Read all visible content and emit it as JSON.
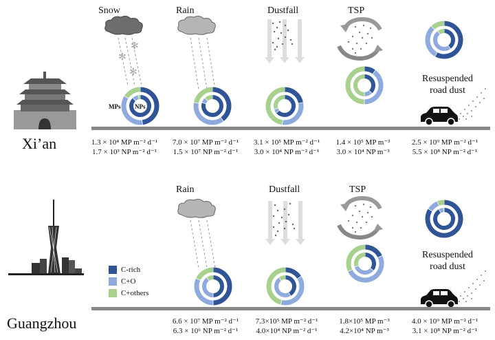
{
  "colors": {
    "c_rich": "#2f5597",
    "c_o": "#8faadc",
    "c_others": "#a9d18e",
    "ground": "#888888"
  },
  "legend": [
    {
      "label": "C-rich",
      "key": "c_rich"
    },
    {
      "label": "C+O",
      "key": "c_o"
    },
    {
      "label": "C+others",
      "key": "c_others"
    }
  ],
  "ring_labels": {
    "outer": "MPs",
    "inner": "NPs"
  },
  "cities": [
    {
      "name": "Xi’an",
      "sources": [
        {
          "id": "snow",
          "title": "Snow",
          "flux_mp": "1.3 × 10⁴ MP m⁻² d⁻¹",
          "flux_np": "1.7 × 10³ NP m⁻² d⁻¹",
          "outer": [
            0.48,
            0.36,
            0.16
          ],
          "inner": [
            0.88,
            0.09,
            0.03
          ]
        },
        {
          "id": "rain",
          "title": "Rain",
          "flux_mp": "7.0 × 10⁷ MP m⁻² d⁻¹",
          "flux_np": "1.5 × 10⁷ NP m⁻² d⁻¹",
          "outer": [
            0.4,
            0.38,
            0.22
          ],
          "inner": [
            0.8,
            0.08,
            0.12
          ]
        },
        {
          "id": "dustfall",
          "title": "Dustfall",
          "flux_mp": "3.1 × 10⁵ MP m⁻² d⁻¹",
          "flux_np": "3.0 × 10⁴ NP m⁻² d⁻¹",
          "outer": [
            0.22,
            0.3,
            0.48
          ],
          "inner": [
            0.64,
            0.06,
            0.3
          ]
        },
        {
          "id": "tsp",
          "title": "TSP",
          "flux_mp": "1.4 × 10⁵ MP m⁻³",
          "flux_np": "3.0 × 10⁴  NP m⁻³",
          "outer": [
            0.1,
            0.4,
            0.5
          ],
          "inner": [
            0.38,
            0.12,
            0.5
          ]
        },
        {
          "id": "road",
          "title": "Resuspended road dust",
          "title_lines": [
            "Resuspended",
            "road dust"
          ],
          "flux_mp": "2.5 × 10⁹ MP m⁻² d⁻¹",
          "flux_np": "5.5 × 10⁸ NP m⁻² d⁻¹",
          "outer": [
            0.58,
            0.3,
            0.12
          ],
          "inner": [
            0.4,
            0.5,
            0.1
          ]
        }
      ]
    },
    {
      "name": "Guangzhou",
      "sources": [
        {
          "id": "rain",
          "title": "Rain",
          "flux_mp": "6.6 × 10⁷ MP m⁻² d⁻¹",
          "flux_np": "6.3 × 10⁶ NP m⁻² d⁻¹",
          "outer": [
            0.5,
            0.32,
            0.18
          ],
          "inner": [
            0.5,
            0.4,
            0.1
          ]
        },
        {
          "id": "dustfall",
          "title": "Dustfall",
          "flux_mp": "7.3×10⁵ MP m⁻² d⁻¹",
          "flux_np": "4.0×10⁴ NP m⁻² d⁻¹",
          "outer": [
            0.16,
            0.38,
            0.46
          ],
          "inner": [
            0.42,
            0.48,
            0.1
          ]
        },
        {
          "id": "tsp",
          "title": "TSP",
          "flux_mp": "1.8×10⁵ MP m⁻³",
          "flux_np": "4.2×10⁴ NP m⁻³",
          "outer": [
            0.18,
            0.5,
            0.32
          ],
          "inner": [
            0.36,
            0.34,
            0.3
          ]
        },
        {
          "id": "road",
          "title": "Resuspended road dust",
          "title_lines": [
            "Resuspended",
            "road dust"
          ],
          "flux_mp": "4.0 × 10⁹ MP m⁻² d⁻¹",
          "flux_np": "3.1 × 10⁸ NP m⁻² d⁻¹",
          "outer": [
            0.84,
            0.1,
            0.06
          ],
          "inner": [
            0.92,
            0.07,
            0.01
          ]
        }
      ]
    }
  ]
}
